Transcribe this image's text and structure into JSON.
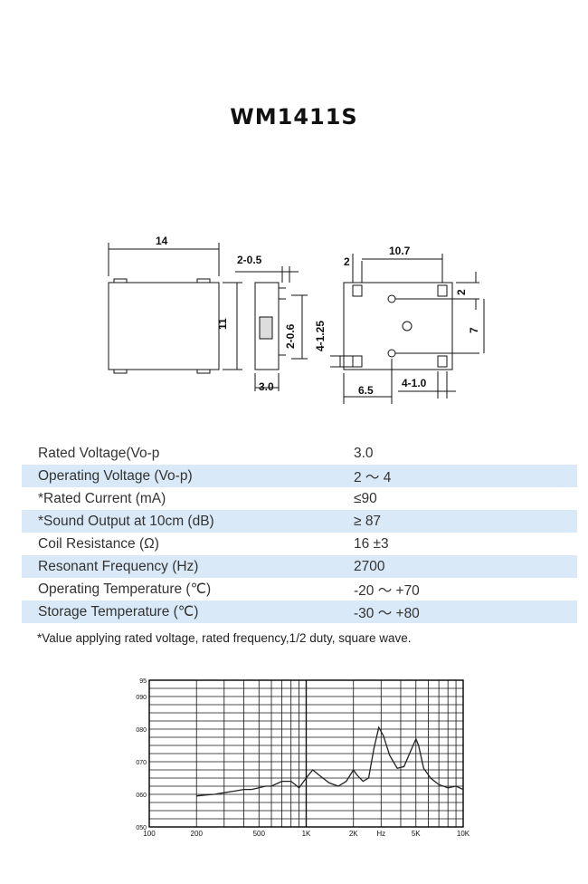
{
  "title": "WM1411S",
  "dimensions": {
    "width": "14",
    "height": "11",
    "thickness": "3.0",
    "lead_a": "2-0.5",
    "lead_b": "2-0.6",
    "pad_height": "4-1.25",
    "top_spacing": "10.7",
    "top_offset": "2",
    "side_offset": "2",
    "side_spacing": "7",
    "bottom_spacing": "6.5",
    "pad_width": "4-1.0"
  },
  "specs": [
    {
      "param": "Rated Voltage(Vo-p",
      "value": "3.0"
    },
    {
      "param": "Operating Voltage (Vo-p)",
      "value": "2 ～ 4"
    },
    {
      "param": "*Rated Current (mA)",
      "value": "≤90"
    },
    {
      "param": "*Sound Output at 10cm (dB)",
      "value": "≥ 87"
    },
    {
      "param": "Coil Resistance (Ω)",
      "value": "16 ±3"
    },
    {
      "param": "Resonant Frequency (Hz)",
      "value": "2700"
    },
    {
      "param": "Operating Temperature (℃)",
      "value": "-20 ～ +70"
    },
    {
      "param": "Storage Temperature (℃)",
      "value": "-30 ～ +80"
    }
  ],
  "footnote": "*Value applying rated voltage, rated frequency,1/2 duty, square wave.",
  "chart_data": {
    "type": "line",
    "x_scale": "log",
    "xlim": [
      100,
      10000
    ],
    "ylim": [
      50,
      95
    ],
    "x_ticks": [
      {
        "value": 100,
        "label": "100"
      },
      {
        "value": 200,
        "label": "200"
      },
      {
        "value": 500,
        "label": "500"
      },
      {
        "value": 1000,
        "label": "1K"
      },
      {
        "value": 2000,
        "label": "2K"
      },
      {
        "value": 3000,
        "label": "Hz"
      },
      {
        "value": 5000,
        "label": "5K"
      },
      {
        "value": 10000,
        "label": "10K"
      }
    ],
    "y_ticks": [
      {
        "value": 50,
        "label": "050"
      },
      {
        "value": 60,
        "label": "060"
      },
      {
        "value": 70,
        "label": "070"
      },
      {
        "value": 80,
        "label": "080"
      },
      {
        "value": 90,
        "label": "090"
      },
      {
        "value": 95,
        "label": "95"
      }
    ],
    "grid": true,
    "series": [
      {
        "color": "#222222",
        "x": [
          200,
          230,
          260,
          300,
          350,
          400,
          450,
          500,
          550,
          600,
          700,
          800,
          850,
          900,
          1000,
          1100,
          1200,
          1400,
          1600,
          1800,
          2000,
          2100,
          2300,
          2500,
          2700,
          2900,
          3100,
          3400,
          3800,
          4200,
          4600,
          5000,
          5200,
          5600,
          6200,
          7000,
          8000,
          9000,
          10000
        ],
        "y": [
          59.5,
          59.8,
          60,
          60.5,
          61,
          61.5,
          61.5,
          62,
          62.5,
          62.5,
          64,
          64,
          63,
          62,
          65,
          67.5,
          66,
          63.5,
          62.5,
          64,
          67.5,
          66,
          64,
          65,
          74,
          80.5,
          78,
          72,
          68,
          68.5,
          73,
          77,
          75,
          68,
          65,
          63,
          62,
          62.5,
          61.5
        ]
      }
    ]
  }
}
